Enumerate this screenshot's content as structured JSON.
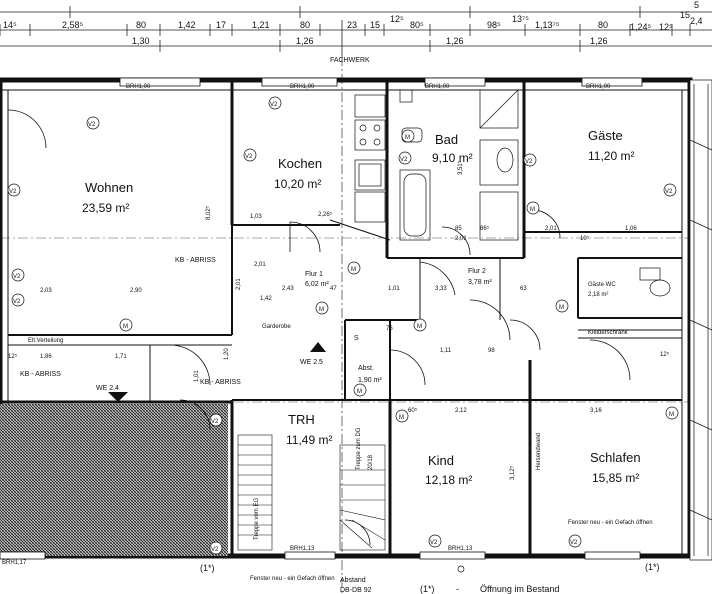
{
  "top_dimensions_row1": [
    {
      "t": "14⁵"
    },
    {
      "t": "2,58⁵"
    },
    {
      "t": "80"
    },
    {
      "t": "1,42"
    },
    {
      "t": "17"
    },
    {
      "t": "1,21"
    },
    {
      "t": "80"
    },
    {
      "t": "23"
    },
    {
      "t": "15"
    },
    {
      "t": "12⁵"
    },
    {
      "t": "80⁵"
    },
    {
      "t": "98⁵"
    },
    {
      "t": "1,13⁷⁵"
    },
    {
      "t": "80"
    },
    {
      "t": "1,24⁵"
    },
    {
      "t": "12⁵"
    },
    {
      "t": "2,4"
    }
  ],
  "top_dimensions_row2": [
    {
      "t": "1,30"
    },
    {
      "t": "1,26"
    },
    {
      "t": "1,26"
    },
    {
      "t": "13⁷⁵"
    },
    {
      "t": "1,26"
    }
  ],
  "top_right_numbers": [
    "5",
    "15"
  ],
  "fachwerk_label": "FACHWERK",
  "brh_labels": [
    "BRH1,00",
    "BRH1,00",
    "BRH1,00",
    "BRH1,00",
    "BRH1,17",
    "BRH1,13",
    "BRH1,13"
  ],
  "rooms": [
    {
      "name": "Wohnen",
      "area": "23,59 m²"
    },
    {
      "name": "Kochen",
      "area": "10,20 m²"
    },
    {
      "name": "Bad",
      "area": "9,10 m²"
    },
    {
      "name": "Gäste",
      "area": "11,20 m²"
    },
    {
      "name": "TRH",
      "area": "11,49 m²"
    },
    {
      "name": "Kind",
      "area": "12,18 m²"
    },
    {
      "name": "Schlafen",
      "area": "15,85 m²"
    }
  ],
  "small_rooms": [
    {
      "name": "Flur 1",
      "area": "6,02 m²"
    },
    {
      "name": "Flur 2",
      "area": "3,78 m²"
    },
    {
      "name": "Gäste WC",
      "area": "2,18 m²"
    },
    {
      "name": "Abst.",
      "area": "1,90 m²"
    }
  ],
  "misc_labels": {
    "kb_abriss_1": "KB - ABRISS",
    "kb_abriss_2": "KB - ABRISS",
    "kb_abriss_3": "KB - ABRISS",
    "garderobe": "Garderobe",
    "elt_verteilung": "Elt.Verteilung",
    "kleiderschrank": "Kleiderschrank",
    "we_25": "WE 2.5",
    "we_24": "WE 2.4",
    "treppe_eg": "Treppe vom EG",
    "treppe_dg": "Treppe zum DG",
    "stair_ratio": "20/18",
    "fenster_neu_1": "Fenster neu - ein Gefach öffnen",
    "fenster_neu_2": "Fenster neu - ein Gefach öffnen",
    "s_label": "S",
    "abstand": "Abstand",
    "db_label": "DB-DB 92",
    "hersend": "Hersendwand"
  },
  "inner_dims": [
    "1,03",
    "2,26⁵",
    "85",
    "86⁵",
    "2,01",
    "2,01",
    "1,06",
    "2,03",
    "2,90",
    "2,43",
    "47",
    "1,01",
    "3,33",
    "12⁵",
    "2,01",
    "1,42",
    "76",
    "1,11",
    "98",
    "1,71",
    "1,86",
    "12⁵",
    "2,12",
    "3,16",
    "60⁵",
    "3,12⁵",
    "8,02⁵",
    "3,51⁵",
    "2,01",
    "1,20",
    "1,01",
    "63",
    "10⁵"
  ],
  "marker_m": "M",
  "marker_v2": "V2",
  "legend": {
    "symbol": "(1*)",
    "dash": "-",
    "text": "Öffnung im Bestand"
  },
  "markers_1star": [
    "(1*)",
    "(1*)"
  ]
}
